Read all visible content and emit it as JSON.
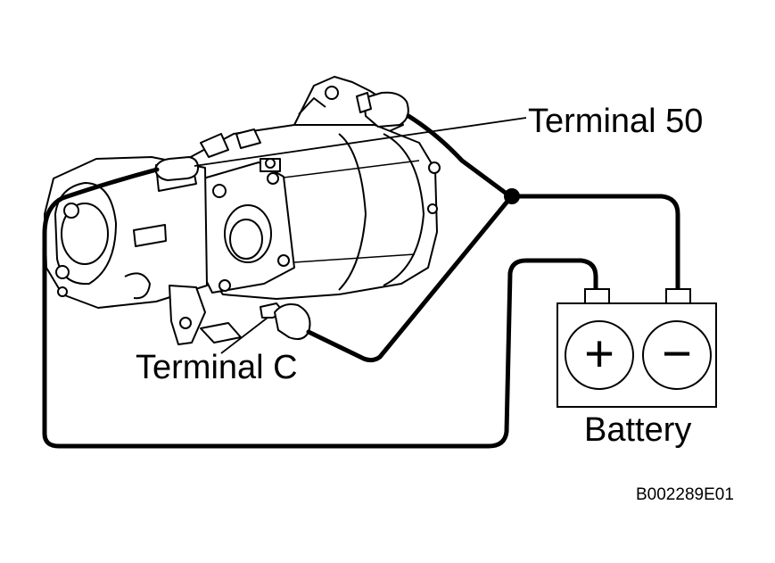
{
  "labels": {
    "terminal_50": "Terminal 50",
    "terminal_c": "Terminal C",
    "battery": "Battery",
    "figure_code": "B002289E01"
  },
  "battery": {
    "positive_symbol": "+",
    "negative_symbol": "−"
  },
  "colors": {
    "ink": "#000000",
    "background": "#ffffff"
  }
}
